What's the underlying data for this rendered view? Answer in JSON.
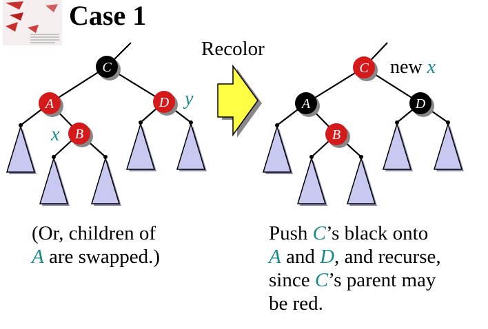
{
  "title": "Case 1",
  "arrow_label": "Recolor",
  "colors": {
    "red_node": "#d41a1a",
    "black_node": "#000000",
    "subtree_fill": "#c8c8f0",
    "subtree_stroke": "#000000",
    "arrow_fill": "#ffff44",
    "var_text": "#1a8a8a",
    "node_shadow": "#888888"
  },
  "left_tree": {
    "root": {
      "label": "C",
      "color": "black"
    },
    "left": {
      "label": "A",
      "color": "red"
    },
    "right": {
      "label": "D",
      "color": "red",
      "tag": "y"
    },
    "left_right": {
      "label": "B",
      "color": "red",
      "tag": "x"
    }
  },
  "right_tree": {
    "root": {
      "label": "C",
      "color": "red",
      "tag_prefix": "new",
      "tag": "x"
    },
    "left": {
      "label": "A",
      "color": "black"
    },
    "right": {
      "label": "D",
      "color": "black"
    },
    "left_right": {
      "label": "B",
      "color": "red"
    }
  },
  "note_left": {
    "line1": "(Or, children of",
    "line2_var": "A",
    "line2_rest": " are swapped.)"
  },
  "note_right": {
    "l1_pre": "Push ",
    "l1_var": "C",
    "l1_post": "’s black onto",
    "l2_var1": "A",
    "l2_mid": " and ",
    "l2_var2": "D",
    "l2_post": ", and recurse,",
    "l3_pre": "since ",
    "l3_var": "C",
    "l3_post": "’s parent may",
    "l4": "be red."
  }
}
